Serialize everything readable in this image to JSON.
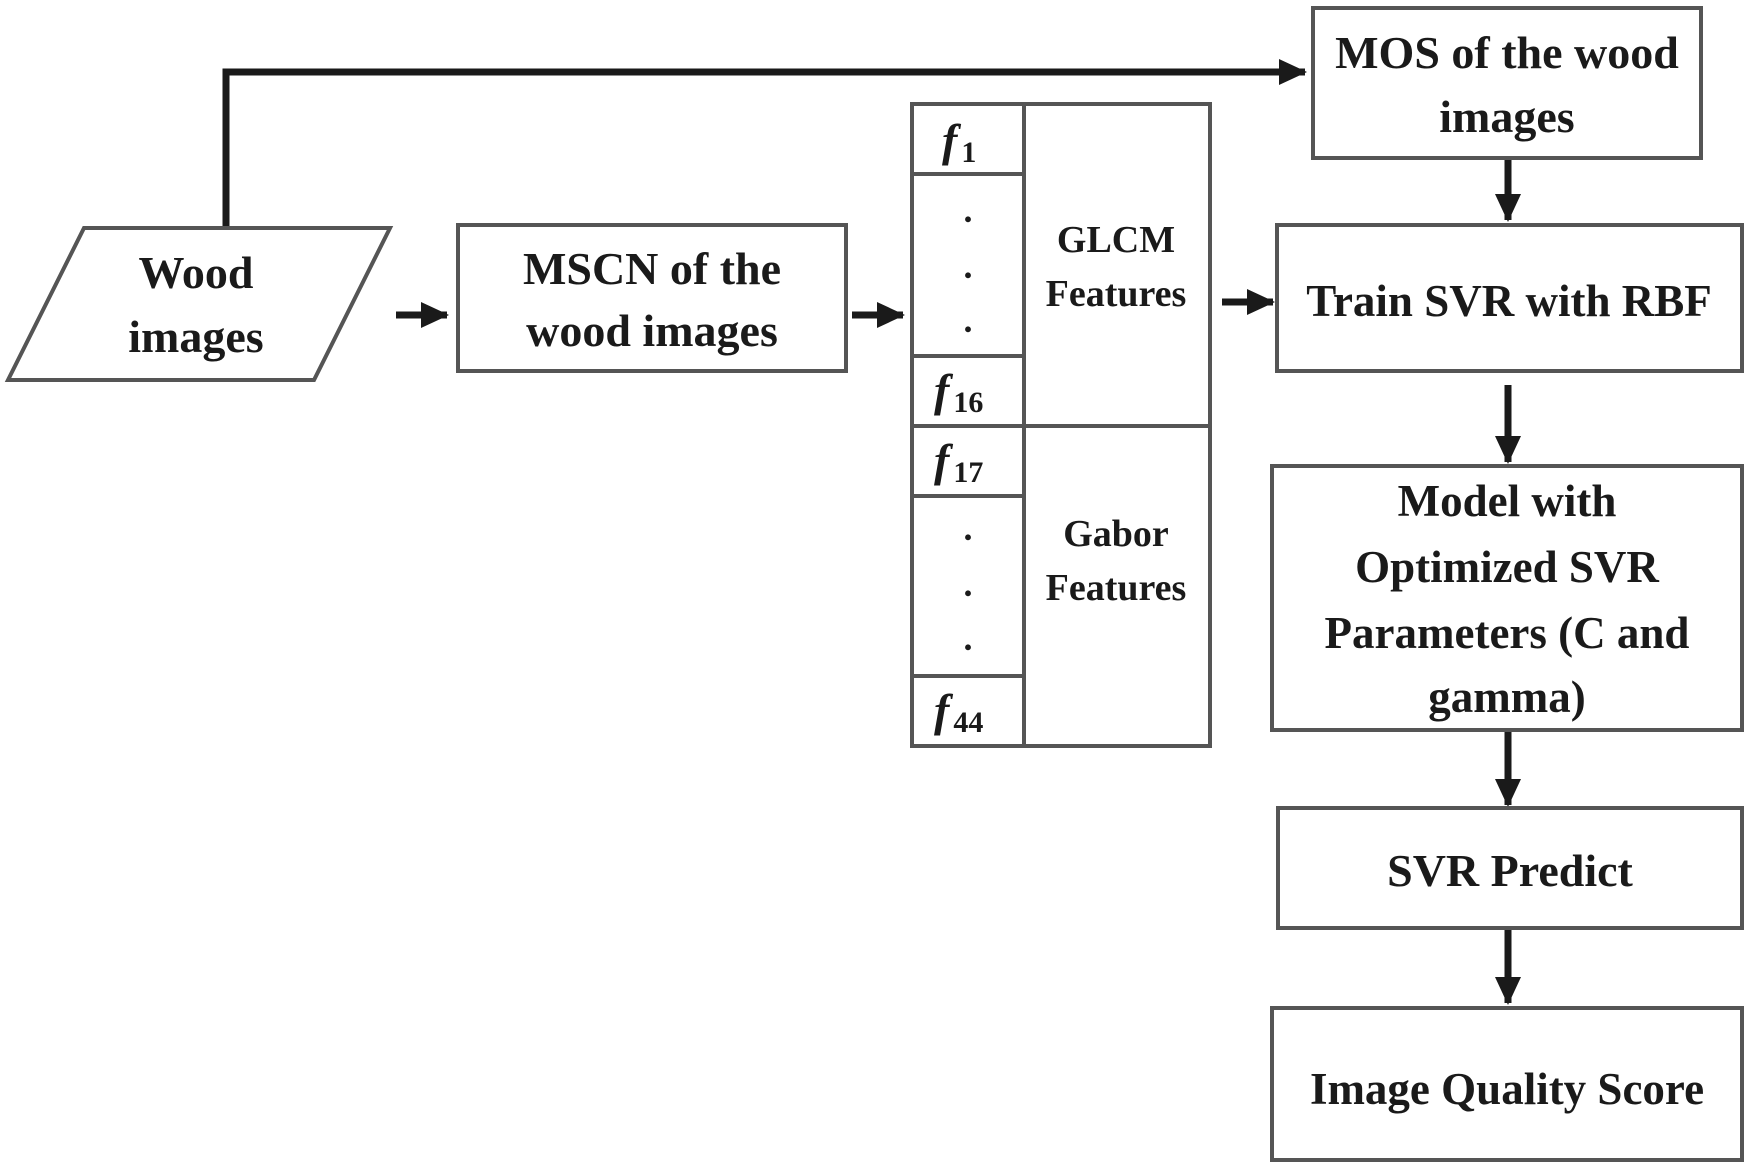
{
  "nodes": {
    "wood_images": [
      "Wood",
      "images"
    ],
    "mscn": [
      "MSCN of the",
      "wood images"
    ],
    "mos": [
      "MOS of the wood",
      "images"
    ],
    "train_svr": [
      "Train SVR with RBF"
    ],
    "model": [
      "Model with",
      "Optimized SVR",
      "Parameters (C and",
      "gamma)"
    ],
    "svr_predict": [
      "SVR Predict"
    ],
    "quality_score": [
      "Image Quality Score"
    ]
  },
  "feature_table": {
    "glcm_label": [
      "GLCM",
      "Features"
    ],
    "gabor_label": [
      "Gabor",
      "Features"
    ],
    "rows": [
      {
        "symbol": "f",
        "index": "1"
      },
      {
        "symbol": "f",
        "index": "16"
      },
      {
        "symbol": "f",
        "index": "17"
      },
      {
        "symbol": "f",
        "index": "44"
      }
    ],
    "ellipsis_dot": "."
  }
}
